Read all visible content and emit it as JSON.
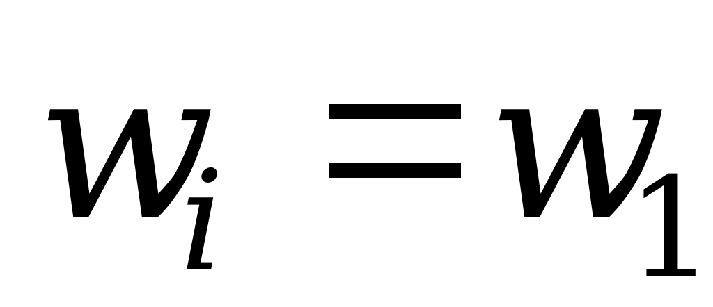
{
  "formula": {
    "lhs_variable": "w",
    "lhs_subscript": "i",
    "operator": "=",
    "rhs_variable": "w",
    "rhs_subscript": "1"
  },
  "colors": {
    "text": "#000000",
    "background": "#ffffff"
  }
}
